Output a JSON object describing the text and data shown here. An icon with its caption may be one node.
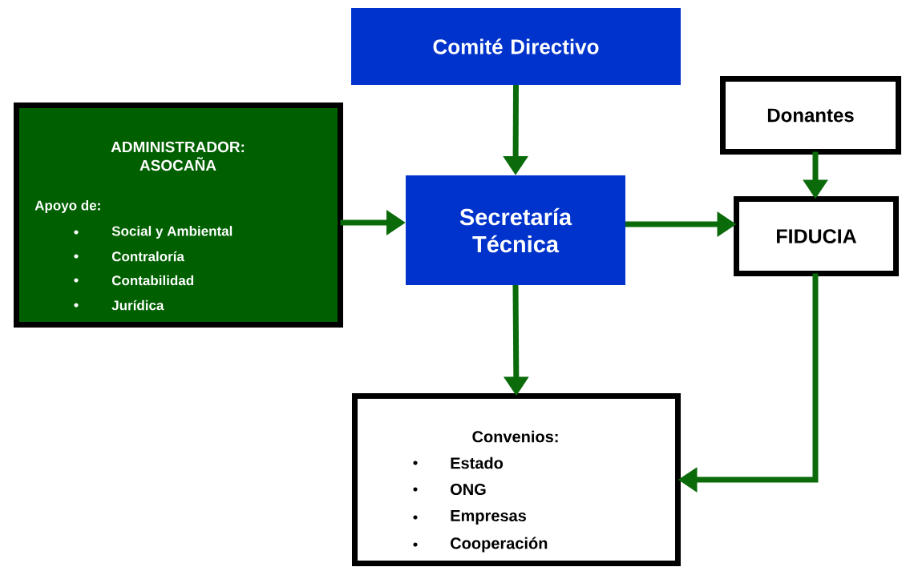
{
  "diagram": {
    "nodes": [
      {
        "text": [
          "Comité Directivo"
        ]
      },
      {
        "text": [
          "ADMINISTRADOR: ASOCAÑA",
          "Apoyo de:",
          "Social y Ambiental",
          "Contraloría",
          "Contabilidad",
          "Jurídica"
        ]
      },
      {
        "text": [
          "Secretaría Técnica"
        ]
      },
      {
        "text": [
          "Donantes"
        ]
      },
      {
        "text": [
          "FIDUCIA"
        ]
      },
      {
        "text": [
          "Convenios:",
          "Estado",
          "ONG",
          "Empresas",
          "Cooperación"
        ]
      }
    ],
    "edges": [
      {
        "from": 0,
        "to": 2,
        "arrow": "to"
      },
      {
        "from": 1,
        "to": 2,
        "arrow": "to"
      },
      {
        "from": 2,
        "to": 4,
        "arrow": "to"
      },
      {
        "from": 3,
        "to": 4,
        "arrow": "to"
      },
      {
        "from": 2,
        "to": 5,
        "arrow": "to"
      },
      {
        "from": 4,
        "to": 5,
        "arrow": "to"
      }
    ]
  }
}
